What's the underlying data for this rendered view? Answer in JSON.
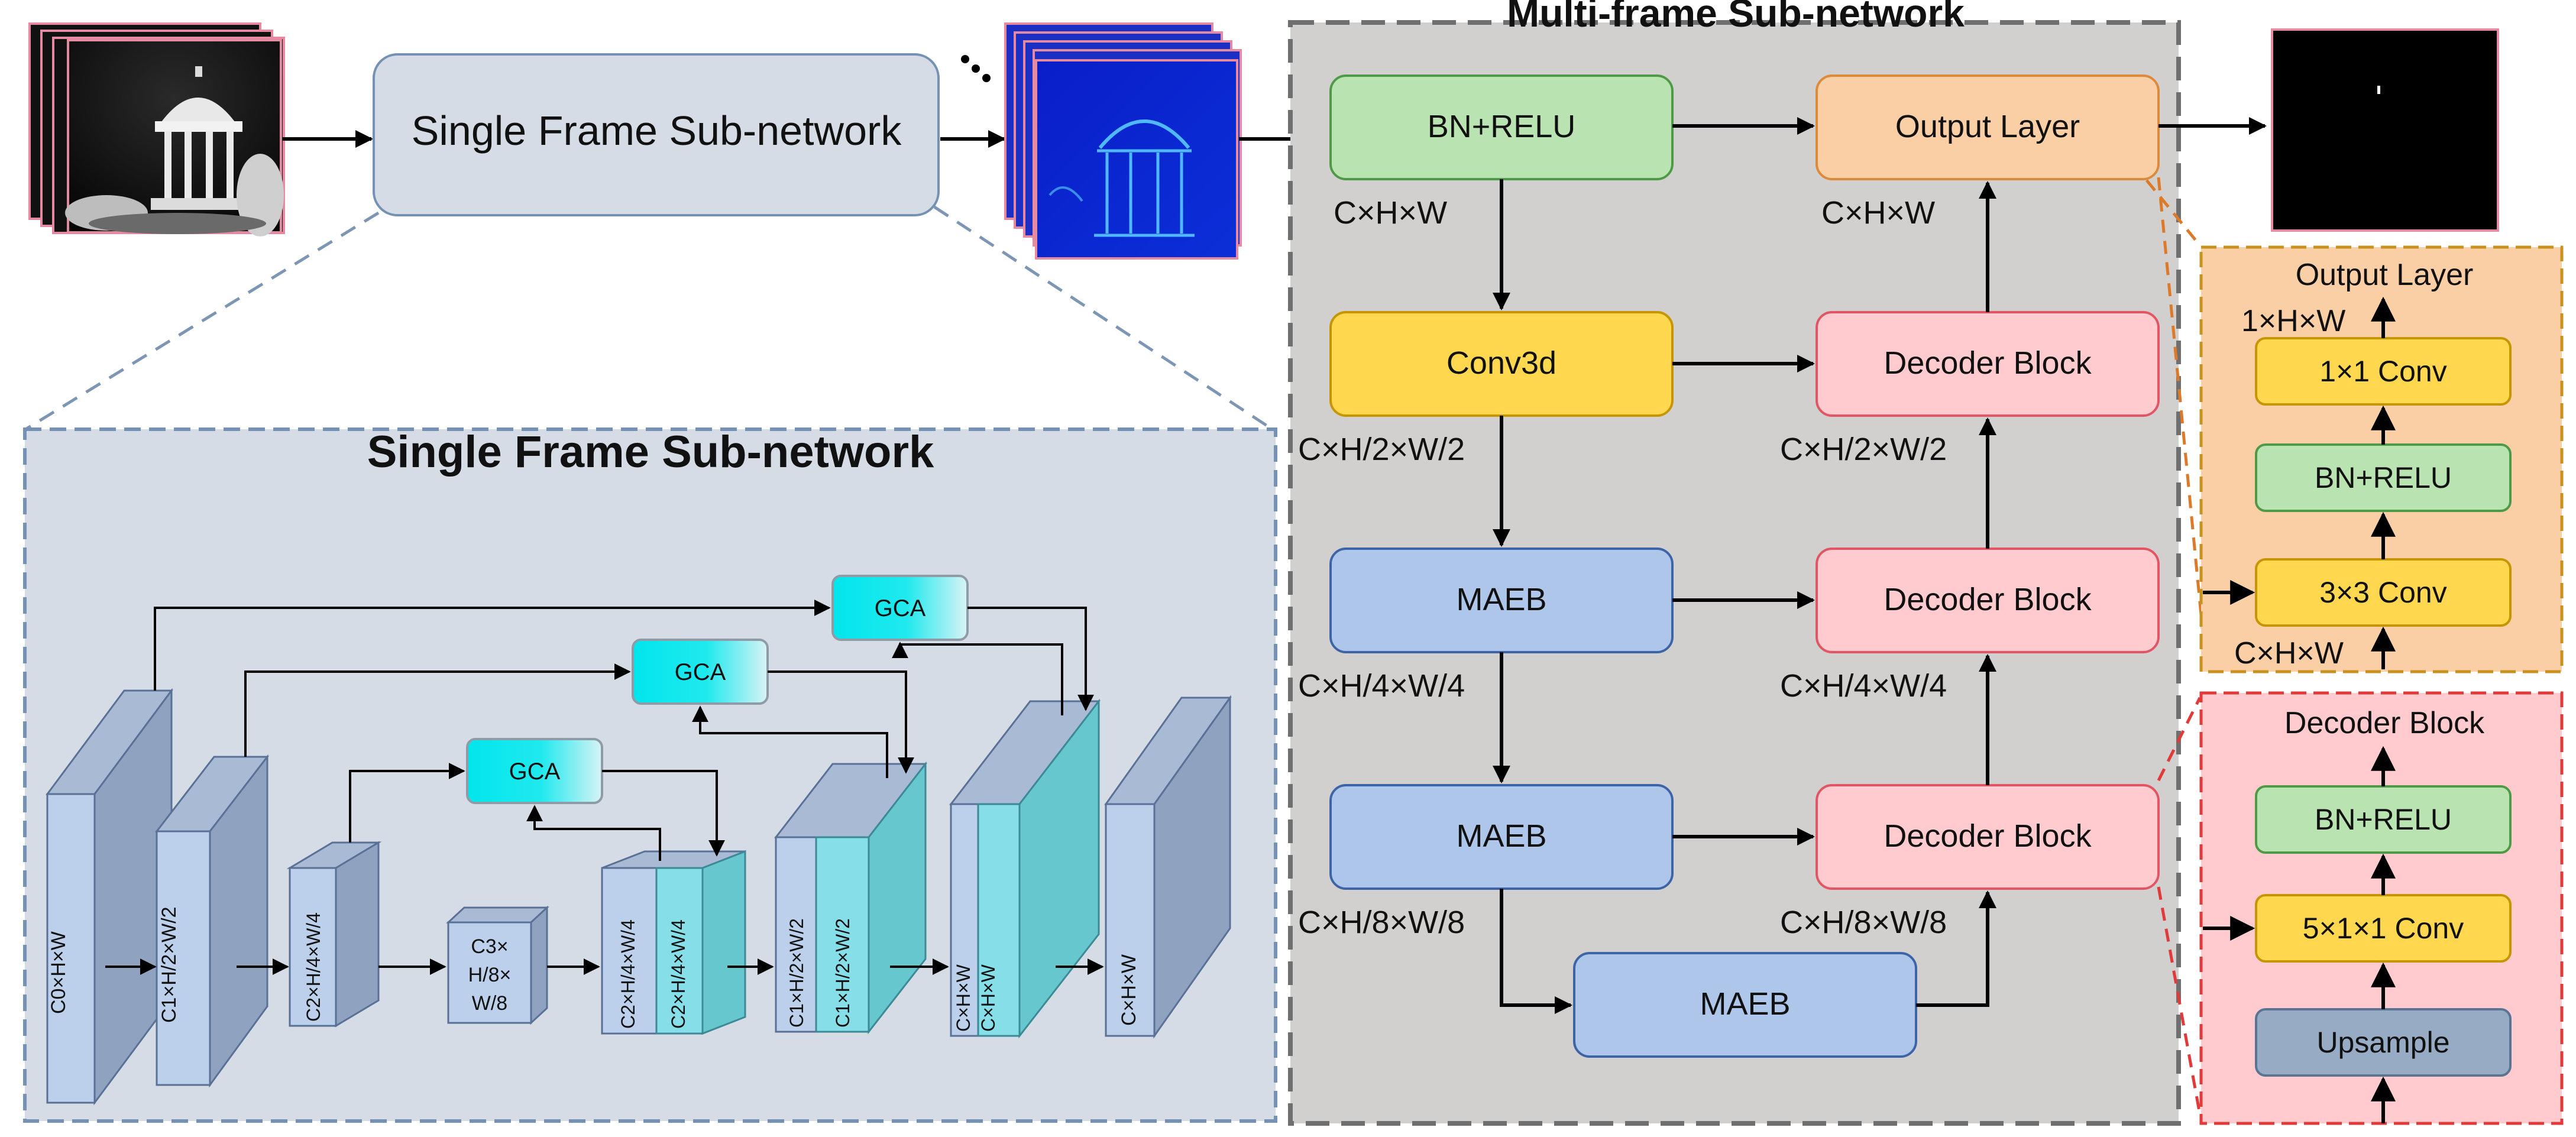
{
  "top": {
    "single_frame_box": "Single Frame Sub-network"
  },
  "multi_frame": {
    "title": "Multi-frame Sub-network",
    "left": [
      {
        "label": "BN+RELU",
        "dim": "C×H×W"
      },
      {
        "label": "Conv3d",
        "dim": "C×H/2×W/2"
      },
      {
        "label": "MAEB",
        "dim": "C×H/4×W/4"
      },
      {
        "label": "MAEB",
        "dim": "C×H/8×W/8"
      }
    ],
    "right": [
      {
        "label": "Output Layer",
        "dim": "C×H×W"
      },
      {
        "label": "Decoder Block",
        "dim": "C×H/2×W/2"
      },
      {
        "label": "Decoder Block",
        "dim": "C×H/4×W/4"
      },
      {
        "label": "Decoder Block",
        "dim": "C×H/8×W/8"
      }
    ],
    "bottom": "MAEB"
  },
  "output_layer_detail": {
    "title": "Output Layer",
    "top_dim": "1×H×W",
    "blocks": [
      "1×1 Conv",
      "BN+RELU",
      "3×3 Conv"
    ],
    "bottom_dim": "C×H×W"
  },
  "decoder_detail": {
    "title": "Decoder Block",
    "blocks": [
      "BN+RELU",
      "5×1×1 Conv",
      "Upsample"
    ]
  },
  "single_frame": {
    "title": "Single Frame Sub-network",
    "gca": [
      "GCA",
      "GCA",
      "GCA"
    ],
    "slab_labels": [
      "C0×H×W",
      "C1×H/2×W/2",
      "C2×H/4×W/4",
      "C2×H/4×W/4",
      "C2×H/4×W/4",
      "C1×H/2×W/2",
      "C1×H/2×W/2",
      "C×H×W",
      "C×H×W",
      "C×H×W"
    ],
    "bottleneck": [
      "C3×",
      "H/8×",
      "W/8"
    ]
  },
  "colors": {
    "green": "#b9e4b1",
    "yellow": "#ffd84f",
    "blue": "#aec6ea",
    "pink": "#ffcbcf",
    "orange_box": "#fbcfa6",
    "gray_panel": "#d1d0cf",
    "single_panel": "#d5dce6",
    "gca": "#00e8ee"
  }
}
